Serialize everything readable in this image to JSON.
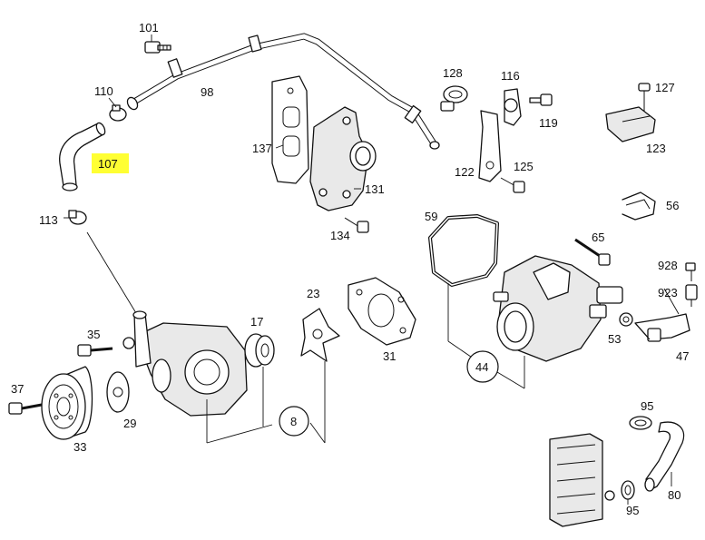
{
  "diagram": {
    "highlighted_part": "107",
    "labels": {
      "p101": "101",
      "p110": "110",
      "p98": "98",
      "p107": "107",
      "p113": "113",
      "p137": "137",
      "p131": "131",
      "p134": "134",
      "p128": "128",
      "p116": "116",
      "p119": "119",
      "p122": "122",
      "p125": "125",
      "p127": "127",
      "p123": "123",
      "p56": "56",
      "p59": "59",
      "p65": "65",
      "p928": "928",
      "p923": "923",
      "p53": "53",
      "p47": "47",
      "p44": "44",
      "p35": "35",
      "p37": "37",
      "p33": "33",
      "p29": "29",
      "p17": "17",
      "p23": "23",
      "p31": "31",
      "p8": "8",
      "p95a": "95",
      "p95b": "95",
      "p80": "80"
    },
    "colors": {
      "highlight": "#ffff33",
      "line": "#111111",
      "background": "#ffffff"
    }
  }
}
